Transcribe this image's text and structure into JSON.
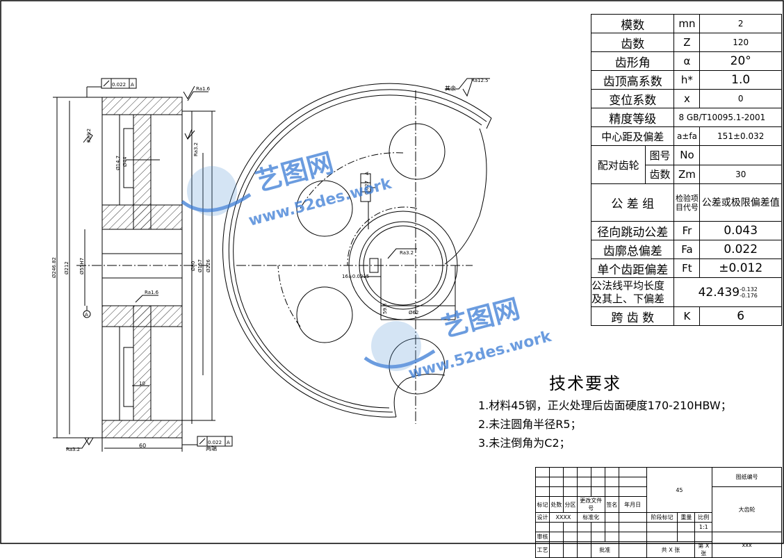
{
  "params": {
    "rows": [
      {
        "name": "模数",
        "symbol": "mn",
        "value": "2"
      },
      {
        "name": "齿数",
        "symbol": "Z",
        "value": "120"
      },
      {
        "name": "齿形角",
        "symbol": "α",
        "value": "20°"
      },
      {
        "name": "齿顶高系数",
        "symbol": "h*",
        "value": "1.0"
      },
      {
        "name": "变位系数",
        "symbol": "x",
        "value": "0"
      },
      {
        "name": "精度等级",
        "value": "8  GB/T10095.1-2001"
      },
      {
        "name": "中心距及偏差",
        "symbol": "a±fa",
        "value": "151±0.032"
      }
    ],
    "mate": {
      "name": "配对齿轮",
      "rows": [
        {
          "name": "图号",
          "symbol": "No",
          "value": ""
        },
        {
          "name": "齿数",
          "symbol": "Zm",
          "value": "30"
        }
      ]
    },
    "tolerance_header": {
      "name": "公 差 组",
      "symbol": "检验项目代号",
      "value": "公差或极限偏差值"
    },
    "tol_rows": [
      {
        "name": "径向跳动公差",
        "symbol": "Fr",
        "value": "0.043"
      },
      {
        "name": "齿廓总偏差",
        "symbol": "Fa",
        "value": "0.022"
      },
      {
        "name": "单个齿距偏差",
        "symbol": "Ft",
        "value": "±0.012"
      }
    ],
    "normal_length": {
      "name": "公法线平均长度及其上、下偏差",
      "value": "42.439",
      "upper": "-0.132",
      "lower": "-0.176"
    },
    "span": {
      "name": "跨 齿 数",
      "symbol": "K",
      "value": "6"
    }
  },
  "tech": {
    "title": "技术要求",
    "items": [
      "1.材料45钢，正火处理后齿面硬度170-210HBW；",
      "2.未注圆角半径R5；",
      "3.未注倒角为C2；"
    ]
  },
  "section_labels": {
    "tol_box_top": "0.022",
    "datum_a": "A",
    "tol_box_bottom": "0.022",
    "ra_top": "Ra1.6",
    "ra_bottom_left": "Ra3.2",
    "ra_mid": "Ra1.6",
    "ra_side": "Ra3.2",
    "ra_hub": "Ra3.2",
    "dim_width": "60",
    "dim_10": "10",
    "dim_d1": "Ø246.82",
    "dim_d2": "Ø212",
    "dim_d3": "Ø55H7",
    "dim_d4": "Ø80",
    "dim_d5": "Ø157",
    "dim_d6": "Ø226",
    "dim_hole": "Ø14.7",
    "dim_hole2": "Ø44",
    "datum_circle": "A",
    "two_ends": "两端",
    "rest": "其余",
    "ra_rest": "Ra12.5",
    "key_width": "16±0.0215",
    "key_depth": "59.3",
    "key_ra": "Ra3.2",
    "bore_dim": "Ø62",
    "sym_tol": "0.027",
    "sym_datum": "A"
  },
  "title_block": {
    "mark": "标记",
    "count": "处数",
    "zone": "分区",
    "change_doc": "更改文件号",
    "sign": "签名",
    "date": "年月日",
    "design": "设计",
    "design_name": "XXXX",
    "standard": "标准化",
    "audit": "审核",
    "craft": "工艺",
    "approve": "批准",
    "material": "45",
    "stage_mark": "阶段标记",
    "weight": "重量",
    "scale": "比例",
    "scale_value": "1:1",
    "sheets": "共 X 张",
    "sheet_no": "第 X 张",
    "drawing_no": "图纸编号",
    "part_name": "大齿轮",
    "company": "xxx"
  },
  "watermark": {
    "brand": "艺图网",
    "url": "www.52des.work"
  },
  "colors": {
    "watermark": "#3a7bd5"
  }
}
